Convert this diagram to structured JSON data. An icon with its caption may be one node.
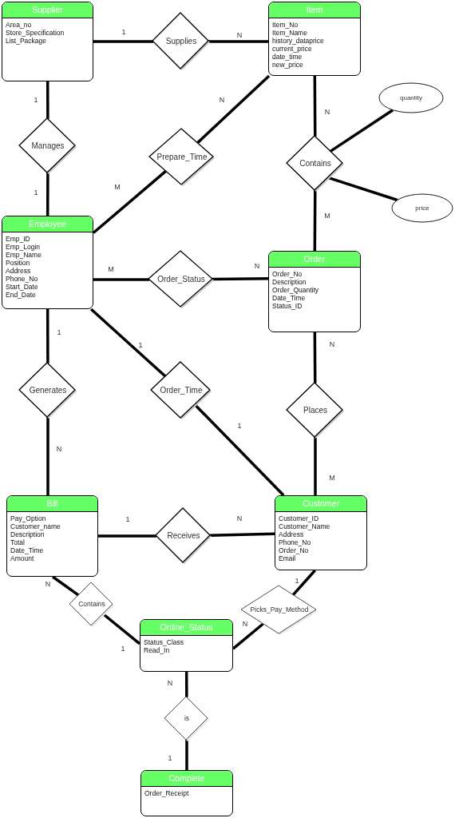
{
  "diagram": {
    "nodes": [
      {
        "text": [
          "Supplier",
          "Area_no",
          "Store_Specification",
          "List_Package"
        ]
      },
      {
        "text": [
          "Supplies"
        ]
      },
      {
        "text": [
          "Item",
          "Item_No",
          "Item_Name",
          "history_dataprice",
          "current_price",
          "date_time",
          "new_price"
        ]
      },
      {
        "text": [
          "quantity"
        ]
      },
      {
        "text": [
          "Manages"
        ]
      },
      {
        "text": [
          "Prepare_Time"
        ]
      },
      {
        "text": [
          "Contains"
        ]
      },
      {
        "text": [
          "price"
        ]
      },
      {
        "text": [
          "Employee",
          "Emp_ID",
          "Emp_Login",
          "Emp_Name",
          "Position",
          "Address",
          "Phone_No",
          "Start_Date",
          "End_Date"
        ]
      },
      {
        "text": [
          "Order_Status"
        ]
      },
      {
        "text": [
          "Order",
          "Order_No",
          "Description",
          "Order_Quantity",
          "Date_Time",
          "Status_ID"
        ]
      },
      {
        "text": [
          "Generates"
        ]
      },
      {
        "text": [
          "Order_Time"
        ]
      },
      {
        "text": [
          "Places"
        ]
      },
      {
        "text": [
          "Bill",
          "Pay_Option",
          "Customer_name",
          "Description",
          "Total",
          "Date_Time",
          "Amount"
        ]
      },
      {
        "text": [
          "Receives"
        ]
      },
      {
        "text": [
          "Customer",
          "Customer_ID",
          "Customer_Name",
          "Address",
          "Phone_No",
          "Order_No",
          "Email"
        ]
      },
      {
        "text": [
          "Contains"
        ]
      },
      {
        "text": [
          "Picks_Pay_Method"
        ]
      },
      {
        "text": [
          "Online_Status",
          "Status_Class",
          "Read_In"
        ]
      },
      {
        "text": [
          "is"
        ]
      },
      {
        "text": [
          "Complete",
          "Order_Receipt"
        ]
      }
    ],
    "edges": [
      {
        "from": 0,
        "to": 1,
        "arrow": "none",
        "label": "1"
      },
      {
        "from": 1,
        "to": 2,
        "arrow": "none",
        "label": "N"
      },
      {
        "from": 0,
        "to": 4,
        "arrow": "none",
        "label": "1"
      },
      {
        "from": 4,
        "to": 8,
        "arrow": "none",
        "label": "1"
      },
      {
        "from": 2,
        "to": 5,
        "arrow": "none",
        "label": "N"
      },
      {
        "from": 5,
        "to": 8,
        "arrow": "none",
        "label": "M"
      },
      {
        "from": 2,
        "to": 6,
        "arrow": "none",
        "label": "N"
      },
      {
        "from": 6,
        "to": 3,
        "arrow": "none"
      },
      {
        "from": 6,
        "to": 7,
        "arrow": "none"
      },
      {
        "from": 6,
        "to": 10,
        "arrow": "none",
        "label": "M"
      },
      {
        "from": 8,
        "to": 9,
        "arrow": "none",
        "label": "M"
      },
      {
        "from": 9,
        "to": 10,
        "arrow": "none",
        "label": "N"
      },
      {
        "from": 8,
        "to": 11,
        "arrow": "none",
        "label": "1"
      },
      {
        "from": 8,
        "to": 12,
        "arrow": "none",
        "label": "1"
      },
      {
        "from": 12,
        "to": 16,
        "arrow": "none",
        "label": "1"
      },
      {
        "from": 10,
        "to": 13,
        "arrow": "none",
        "label": "N"
      },
      {
        "from": 13,
        "to": 16,
        "arrow": "none",
        "label": "M"
      },
      {
        "from": 11,
        "to": 14,
        "arrow": "none",
        "label": "N"
      },
      {
        "from": 14,
        "to": 15,
        "arrow": "none",
        "label": "1"
      },
      {
        "from": 15,
        "to": 16,
        "arrow": "none",
        "label": "N"
      },
      {
        "from": 14,
        "to": 17,
        "arrow": "none",
        "label": "N"
      },
      {
        "from": 17,
        "to": 19,
        "arrow": "none",
        "label": "1"
      },
      {
        "from": 16,
        "to": 18,
        "arrow": "none",
        "label": "1"
      },
      {
        "from": 18,
        "to": 19,
        "arrow": "none",
        "label": "N"
      },
      {
        "from": 19,
        "to": 20,
        "arrow": "none",
        "label": "N"
      },
      {
        "from": 20,
        "to": 21,
        "arrow": "none",
        "label": "1"
      }
    ]
  }
}
